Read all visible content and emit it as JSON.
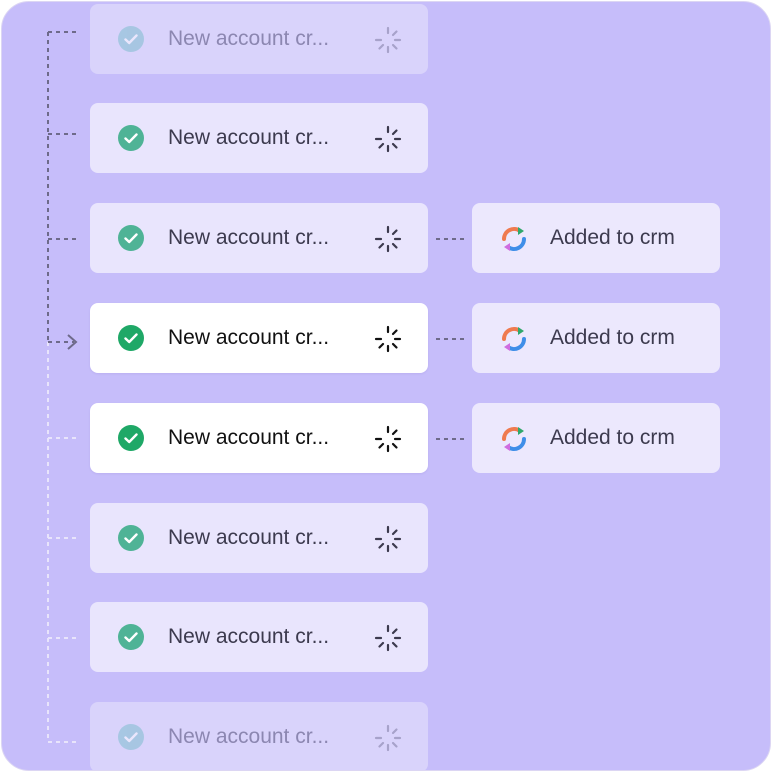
{
  "tasks": [
    {
      "label": "New account cr...",
      "state": "faded"
    },
    {
      "label": "New account cr...",
      "state": "normal"
    },
    {
      "label": "New account cr...",
      "state": "normal"
    },
    {
      "label": "New account cr...",
      "state": "active"
    },
    {
      "label": "New account cr...",
      "state": "active"
    },
    {
      "label": "New account cr...",
      "state": "normal"
    },
    {
      "label": "New account cr...",
      "state": "normal"
    },
    {
      "label": "New account cr...",
      "state": "faded"
    }
  ],
  "crm": [
    {
      "label": "Added to crm"
    },
    {
      "label": "Added to crm"
    },
    {
      "label": "Added to crm"
    }
  ],
  "colors": {
    "background": "#c6bdfa",
    "check_green": "#1fa867",
    "check_muted": "#56b39a"
  }
}
